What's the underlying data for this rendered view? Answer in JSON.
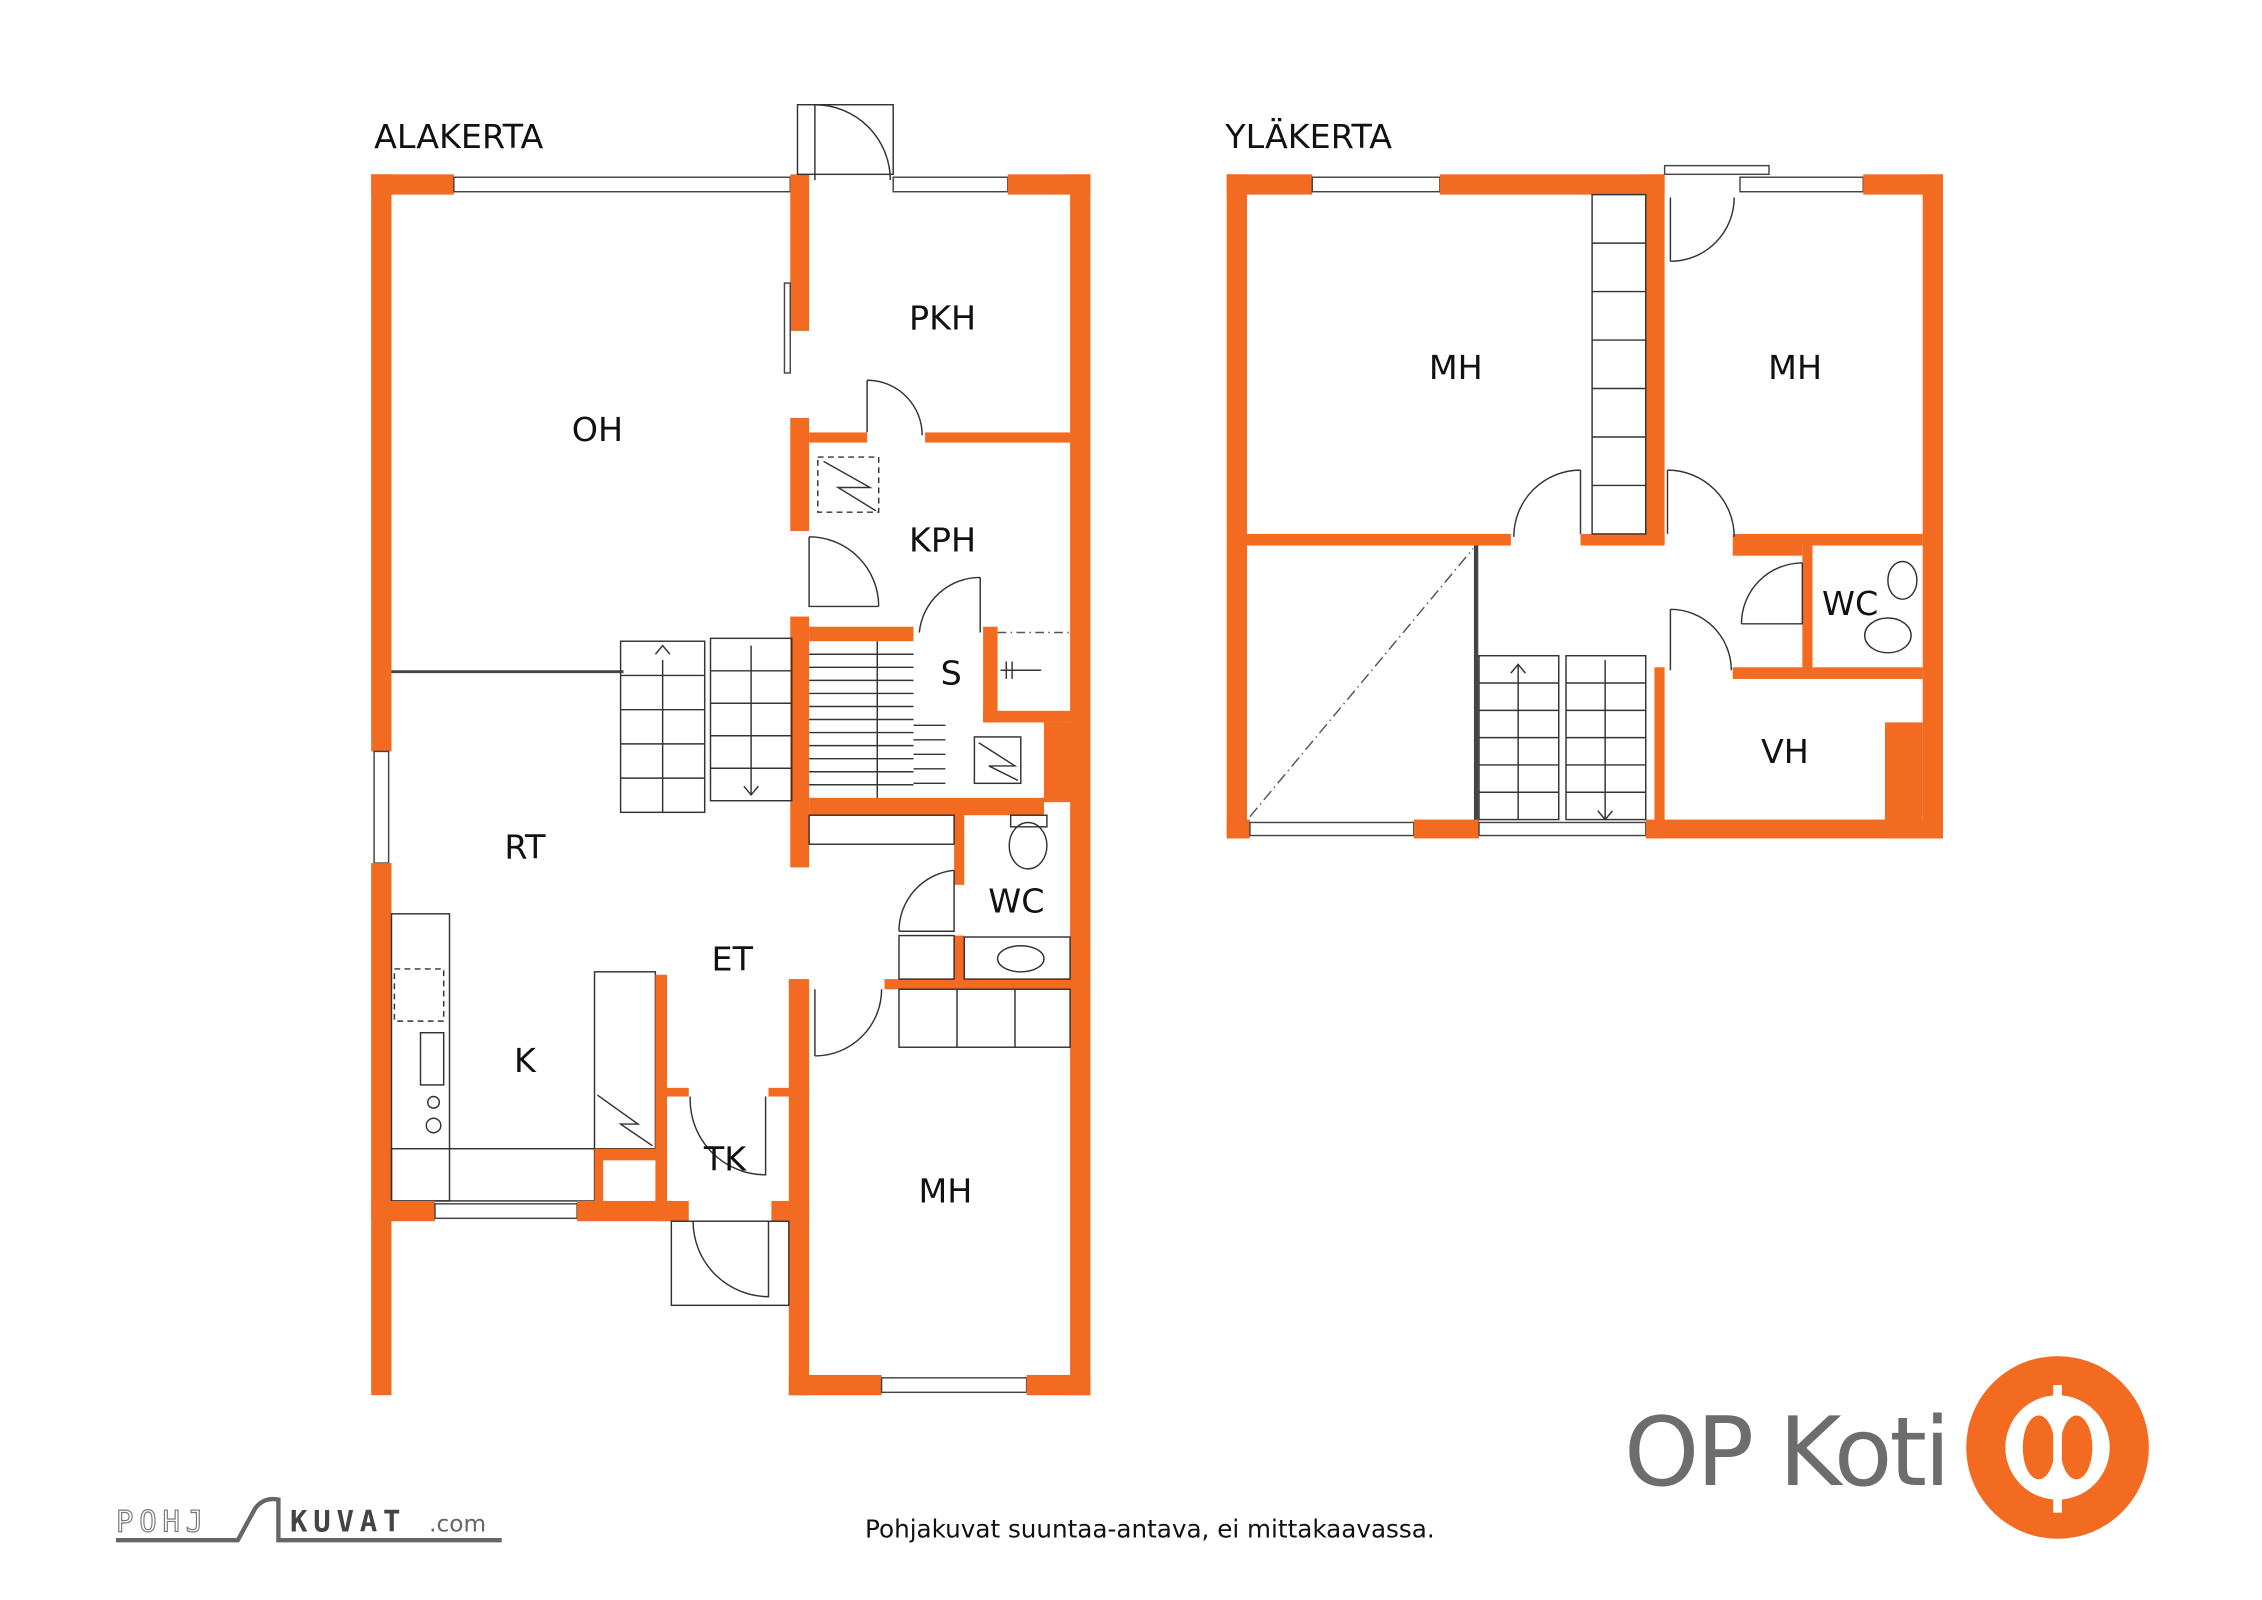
{
  "floors": {
    "lower": {
      "title": "ALAKERTA",
      "rooms": {
        "oh": "OH",
        "pkh": "PKH",
        "kph": "KPH",
        "s": "S",
        "rt": "RT",
        "wc": "WC",
        "et": "ET",
        "k": "K",
        "tk": "TK",
        "mh": "MH"
      }
    },
    "upper": {
      "title": "YLÄKERTA",
      "rooms": {
        "mh1": "MH",
        "mh2": "MH",
        "wc": "WC",
        "vh": "VH"
      }
    }
  },
  "footer": {
    "caption": "Pohjakuvat suuntaa-antava, ei mittakaavassa.",
    "pohjakuvat_logo": {
      "left": "POHJ",
      "right": "KUVAT",
      ".com": ".com"
    },
    "brand": "OP Koti"
  },
  "colors": {
    "wall": "#F26B21",
    "brand_gray": "#6d6d6d"
  }
}
